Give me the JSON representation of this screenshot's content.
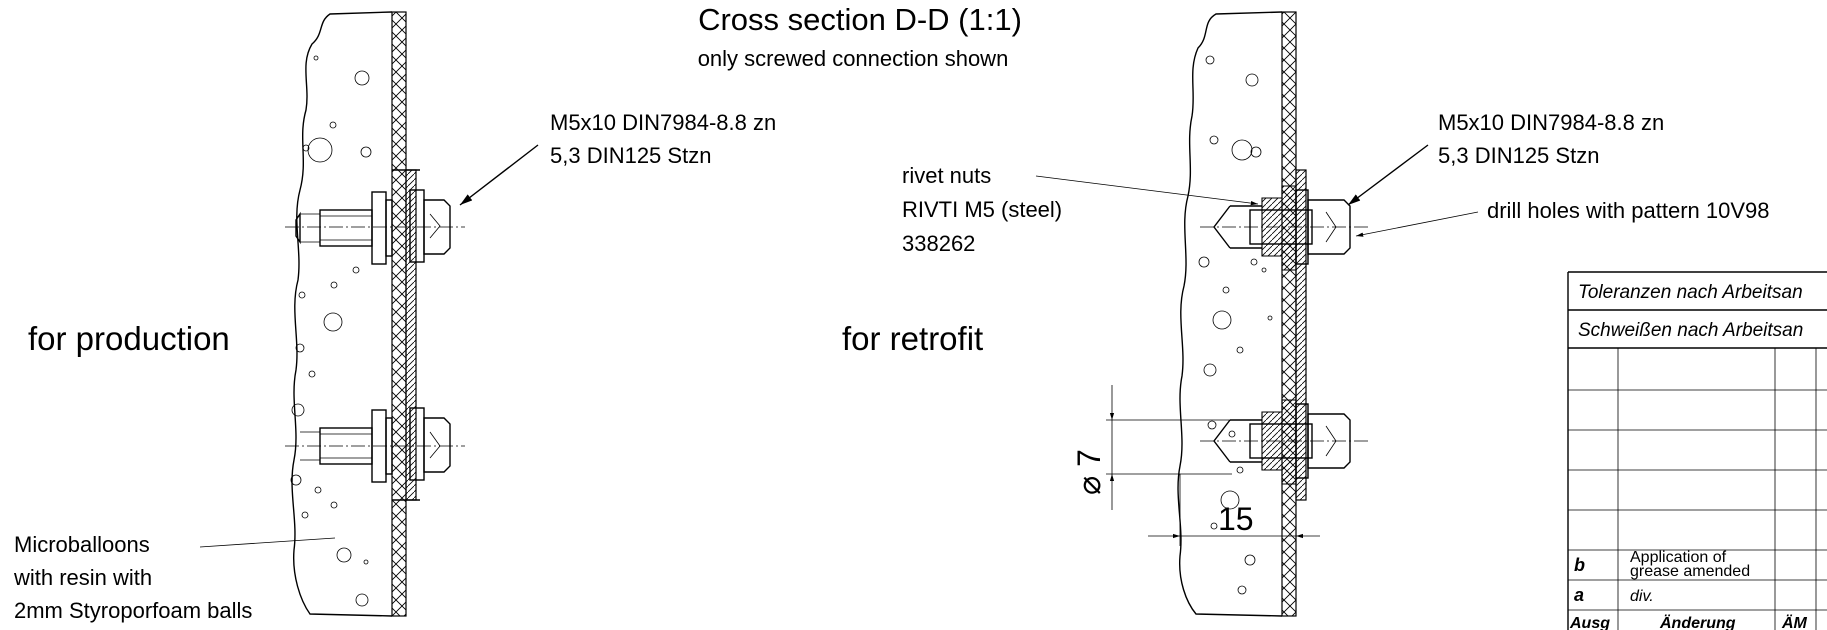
{
  "title": "Cross section D-D (1:1)",
  "subtitle": "only screwed connection shown",
  "left_view": {
    "label": "for production",
    "screw_callout": [
      "M5x10 DIN7984-8.8 zn",
      "5,3 DIN125 Stzn"
    ],
    "fill_callout": [
      "Microballoons",
      "with resin with",
      "2mm Styroporfoam balls"
    ]
  },
  "right_view": {
    "label": "for retrofit",
    "screw_callout": [
      "M5x10 DIN7984-8.8 zn",
      "5,3 DIN125 Stzn"
    ],
    "rivet_callout": [
      "rivet nuts",
      "RIVTI M5 (steel)",
      "338262"
    ],
    "drill_callout": "drill holes with pattern 10V98",
    "dim_diameter": "⌀ 7",
    "dim_length": "15"
  },
  "title_block": {
    "tolerances": "Toleranzen nach Arbeitsan",
    "welding": "Schweißen nach Arbeitsan",
    "rev_b_code": "b",
    "rev_b_line1": "Application of",
    "rev_b_line2": "grease amended",
    "rev_a_code": "a",
    "rev_a_text": "div.",
    "col_ausg": "Ausg",
    "col_aenderung": "Änderung",
    "col_aem": "ÄM"
  }
}
